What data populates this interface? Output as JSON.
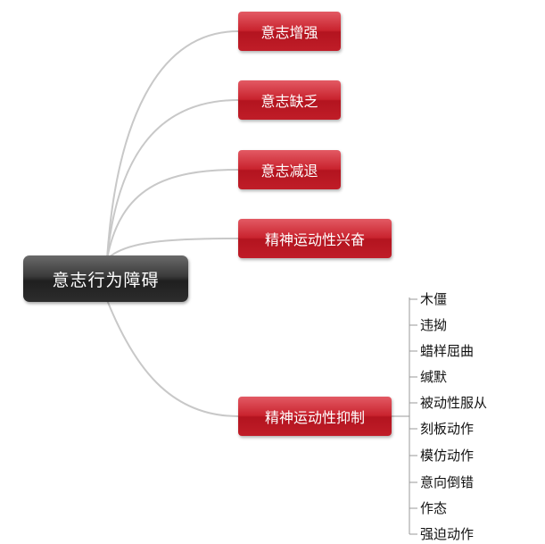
{
  "root": {
    "label": "意志行为障碍"
  },
  "branches": [
    {
      "label": "意志增强"
    },
    {
      "label": "意志缺乏"
    },
    {
      "label": "意志减退"
    },
    {
      "label": "精神运动性兴奋"
    },
    {
      "label": "精神运动性抑制"
    }
  ],
  "leaves": [
    "木僵",
    "违拗",
    "蜡样屈曲",
    "缄默",
    "被动性服从",
    "刻板动作",
    "模仿动作",
    "意向倒错",
    "作态",
    "强迫动作"
  ],
  "colors": {
    "branch_red": "#c01d28",
    "root_dark": "#2d2d2d",
    "connector": "#c8c8c8",
    "bracket": "#9a9a9a"
  }
}
